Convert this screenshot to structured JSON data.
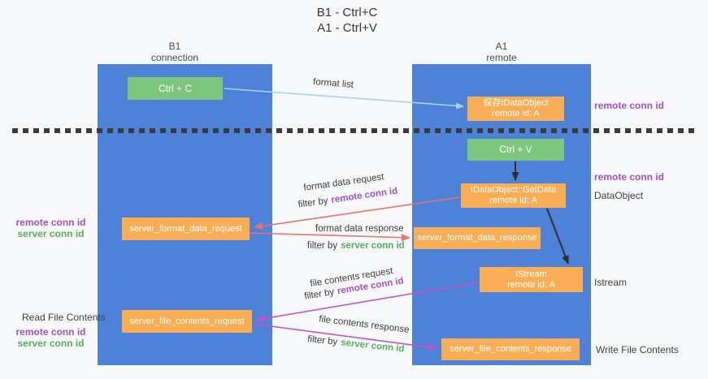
{
  "title": {
    "line1": "B1 - Ctrl+C",
    "line2": "A1 - Ctrl+V"
  },
  "columns": {
    "left": {
      "name": "B1",
      "role": "connection"
    },
    "right": {
      "name": "A1",
      "role": "remote"
    }
  },
  "boxes": {
    "ctrl_c": {
      "label": "Ctrl + C"
    },
    "ctrl_v": {
      "label": "Ctrl + V"
    },
    "save_dataobject": {
      "line1": "保存IDataObject",
      "line2": "remote id: A"
    },
    "getdata": {
      "line1": "IDataObject::GetData",
      "line2": "remote id: A"
    },
    "istream": {
      "line1": "IStream",
      "line2": "remote id: A"
    },
    "server_format_data_request": {
      "label": "server_format_data_request"
    },
    "server_format_data_response": {
      "label": "server_format_data_response"
    },
    "server_file_contents_request": {
      "label": "server_file_contents_request"
    },
    "server_file_contents_response": {
      "label": "server_file_contents_response"
    }
  },
  "arrow_labels": {
    "format_list": "format list",
    "format_data_request": "format data request",
    "format_data_response": "format data response",
    "file_contents_request": "file contents request",
    "file_contents_response": "file contents response",
    "filter_by": "filter by",
    "remote_conn_id": "remote conn id",
    "server_conn_id": "server conn id"
  },
  "side_labels": {
    "remote_conn_id": "remote conn id",
    "server_conn_id": "server conn id",
    "dataobject": "DataObject",
    "istream": "Istream",
    "read_file_contents": "Read File Contents",
    "write_file_contents": "Write File Contents"
  },
  "colors": {
    "column_blue": "#4d82d8",
    "box_green": "#7cc77d",
    "box_orange": "#f9ae56",
    "arrow_light_blue": "#a5d3f1",
    "arrow_red": "#e8736b",
    "arrow_magenta": "#c653c6",
    "arrow_black": "#2f2f2f",
    "text_purple": "#a152c0",
    "text_green": "#55ad5b"
  }
}
